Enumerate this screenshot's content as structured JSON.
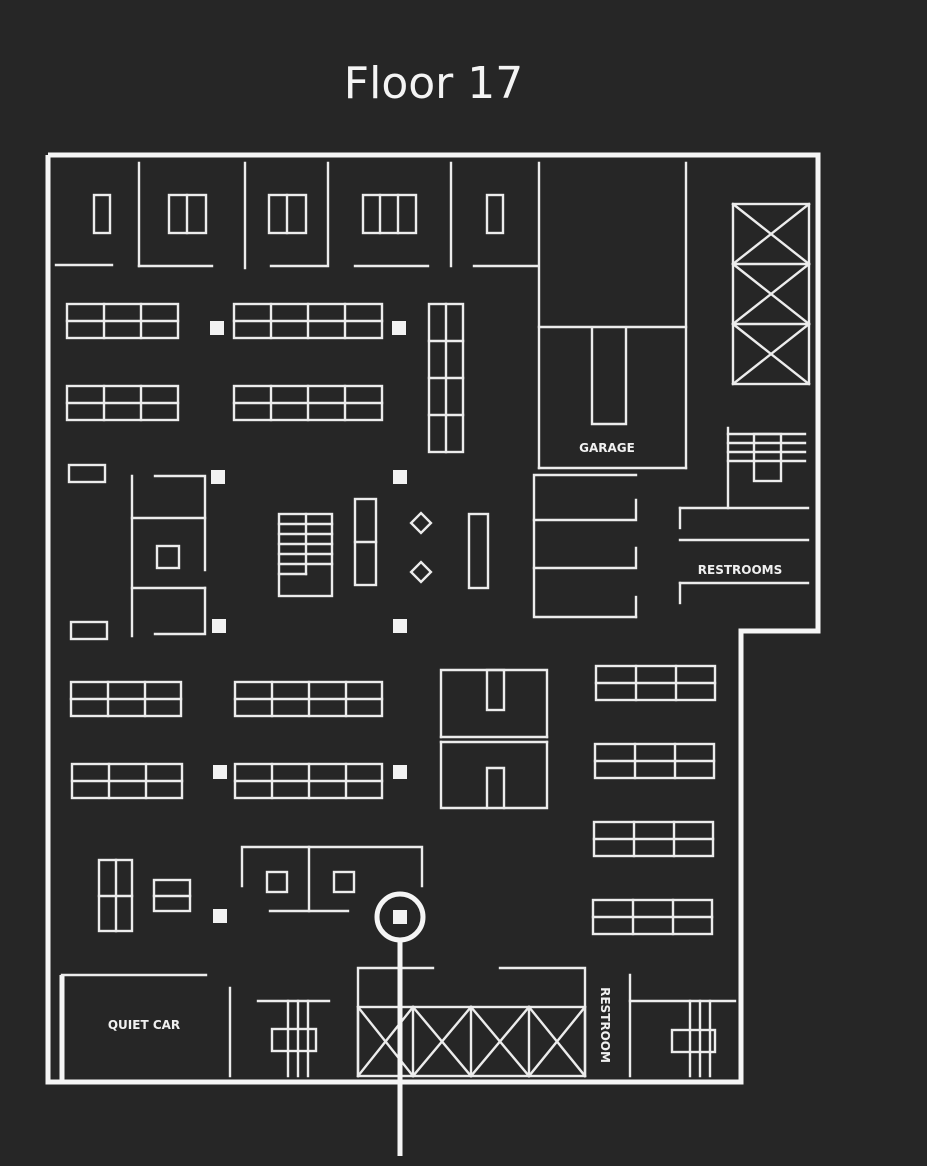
{
  "floor": {
    "title": "Floor 17"
  },
  "rooms": {
    "garage": "GARAGE",
    "restrooms": "RESTROOMS",
    "quiet_car": "QUIET CAR",
    "restroom": "RESTROOM"
  },
  "colors": {
    "background": "#262626",
    "lines": "#ececec"
  },
  "marker": {
    "icon": "you-are-here-icon"
  }
}
